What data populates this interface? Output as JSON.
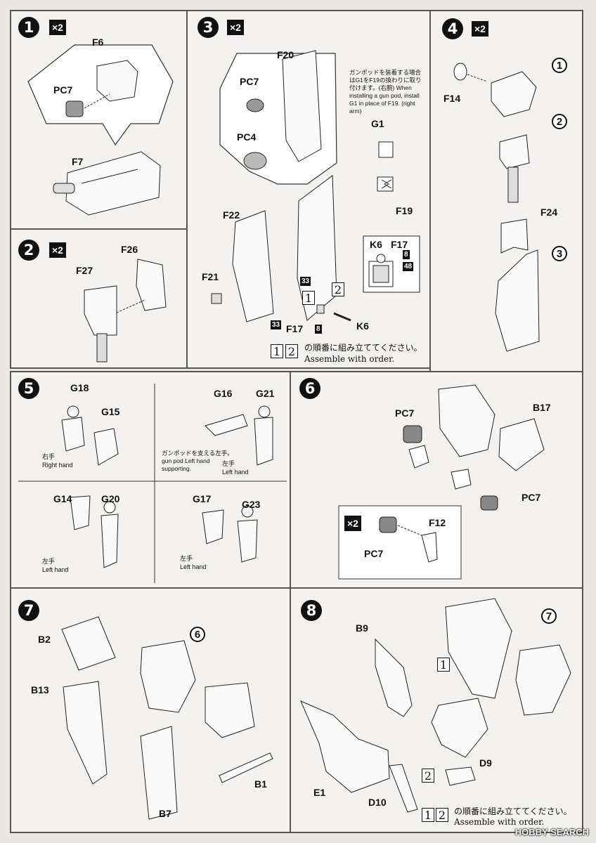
{
  "steps": [
    {
      "id": "1",
      "num": "1",
      "mult": "×2",
      "labels": [
        "F6",
        "PC7",
        "F7"
      ]
    },
    {
      "id": "2",
      "num": "2",
      "mult": "×2",
      "labels": [
        "F26",
        "F27"
      ]
    },
    {
      "id": "3",
      "num": "3",
      "mult": "×2",
      "labels": [
        "F20",
        "PC7",
        "PC4",
        "G1",
        "F19",
        "F22",
        "K6",
        "F17",
        "F21",
        "F17",
        "K6"
      ],
      "note": "ガンポッドを装着する場合はG1をF19の換わりに取り付けます。(右腕) When installing a gun pod, install G1 in place of F19. (right arm)",
      "tags": [
        "8",
        "48",
        "33",
        "33",
        "8"
      ],
      "seq": [
        "1",
        "2"
      ],
      "order_jp": "の順番に組み立ててください。",
      "order_en": "Assemble with order."
    },
    {
      "id": "4",
      "num": "4",
      "mult": "×2",
      "labels": [
        "F14",
        "F24"
      ],
      "refs": [
        "1",
        "2",
        "3"
      ]
    },
    {
      "id": "5",
      "num": "5",
      "labels": [
        "G18",
        "G15",
        "G16",
        "G21",
        "G14",
        "G20",
        "G17",
        "G23"
      ],
      "captions": {
        "right_jp": "右手",
        "right_en": "Right hand",
        "pod_jp": "ガンポッドを支える左手。",
        "pod_en": "gun pod Left hand supporting.",
        "left_jp": "左手",
        "left_en": "Left hand"
      }
    },
    {
      "id": "6",
      "num": "6",
      "mult": "×2",
      "labels": [
        "PC7",
        "B17",
        "PC7",
        "PC7",
        "F12"
      ]
    },
    {
      "id": "7",
      "num": "7",
      "labels": [
        "B2",
        "B13",
        "B1",
        "B7"
      ],
      "refs": [
        "6"
      ]
    },
    {
      "id": "8",
      "num": "8",
      "labels": [
        "B9",
        "E1",
        "D9",
        "D10"
      ],
      "refs": [
        "7"
      ],
      "seq": [
        "1",
        "2"
      ],
      "order_jp": "の順番に組み立ててください。",
      "order_en": "Assemble with order."
    }
  ],
  "watermark": "HOBBY SEARCH"
}
